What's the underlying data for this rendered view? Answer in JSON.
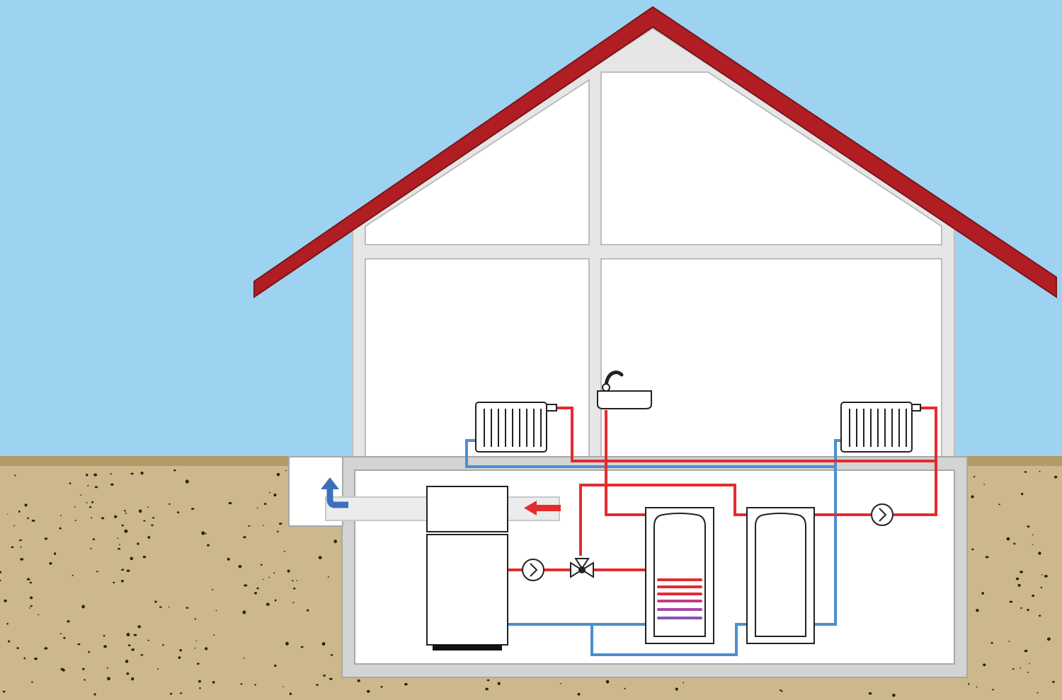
{
  "diagram": {
    "kind": "heat-pump-heating-system-cross-section",
    "labels": [],
    "colors": {
      "sky": "#9dd3f1",
      "ground": "#cdb88b",
      "ground_top": "#b49a66",
      "roof": "#b01e24",
      "wall": "#e6e6e6",
      "wall_outline": "#bdbdbd",
      "room": "#ffffff",
      "basement_wall": "#d4d4d4",
      "hot_pipe": "#e52b2f",
      "cold_pipe": "#4a8fd0",
      "exhaust_arrow": "#3d6fbf",
      "intake_arrow": "#e52b2f",
      "coil_hot": "#e52b2f",
      "coil_warm": "#c03a8e",
      "coil_cool": "#8a4fb8",
      "outline": "#222222"
    },
    "components": [
      "roof",
      "house-walls",
      "basement",
      "air-duct",
      "heat-pump-unit",
      "circulation-pump",
      "three-way-valve",
      "hot-water-storage-tank",
      "buffer-tank",
      "radiator",
      "sink-faucet",
      "exhaust-air-arrow",
      "intake-air-arrow"
    ]
  }
}
